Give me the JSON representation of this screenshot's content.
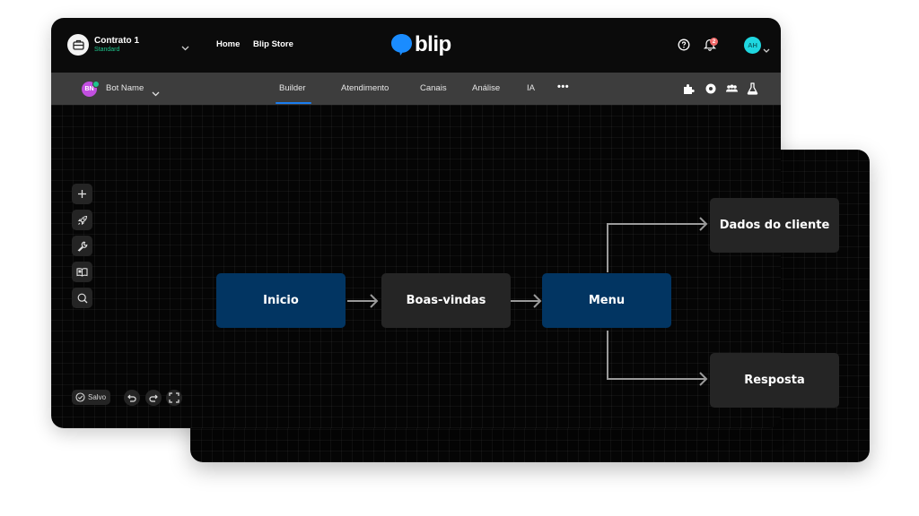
{
  "header": {
    "contract": {
      "name": "Contrato 1",
      "plan": "Standard"
    },
    "nav": [
      {
        "label": "Home"
      },
      {
        "label": "Blip Store"
      }
    ],
    "logo_text": "blip",
    "notifications_count": "2",
    "user_initials": "AH"
  },
  "subheader": {
    "bot_initials": "BN",
    "bot_name": "Bot Name",
    "tabs": [
      {
        "label": "Builder",
        "active": true
      },
      {
        "label": "Atendimento",
        "active": false
      },
      {
        "label": "Canais",
        "active": false
      },
      {
        "label": "Análise",
        "active": false
      },
      {
        "label": "IA",
        "active": false
      }
    ],
    "more_label": "•••",
    "tools": [
      "puzzle-icon",
      "gear-icon",
      "people-icon",
      "flask-icon"
    ]
  },
  "sidebar_tools": [
    "plus-icon",
    "rocket-icon",
    "wrench-icon",
    "book-icon",
    "search-icon"
  ],
  "footer": {
    "saved_label": "Salvo"
  },
  "flow": {
    "nodes": [
      {
        "id": "inicio",
        "label": "Inicio",
        "style": "blue"
      },
      {
        "id": "boas-vindas",
        "label": "Boas-vindas",
        "style": "gray"
      },
      {
        "id": "menu",
        "label": "Menu",
        "style": "blue"
      },
      {
        "id": "dados",
        "label": "Dados do cliente",
        "style": "gray"
      },
      {
        "id": "resposta",
        "label": "Resposta",
        "style": "gray"
      }
    ],
    "edges": [
      {
        "from": "inicio",
        "to": "boas-vindas"
      },
      {
        "from": "boas-vindas",
        "to": "menu"
      },
      {
        "from": "menu",
        "to": "dados"
      },
      {
        "from": "menu",
        "to": "resposta"
      }
    ]
  },
  "colors": {
    "brand_blue": "#1a7df0",
    "node_blue": "#023562",
    "node_gray": "#252525",
    "success_green": "#1ec48c",
    "badge_red": "#f26a6a",
    "avatar_cyan": "#1fd7e0",
    "bot_avatar_purple": "#c24fe0"
  }
}
